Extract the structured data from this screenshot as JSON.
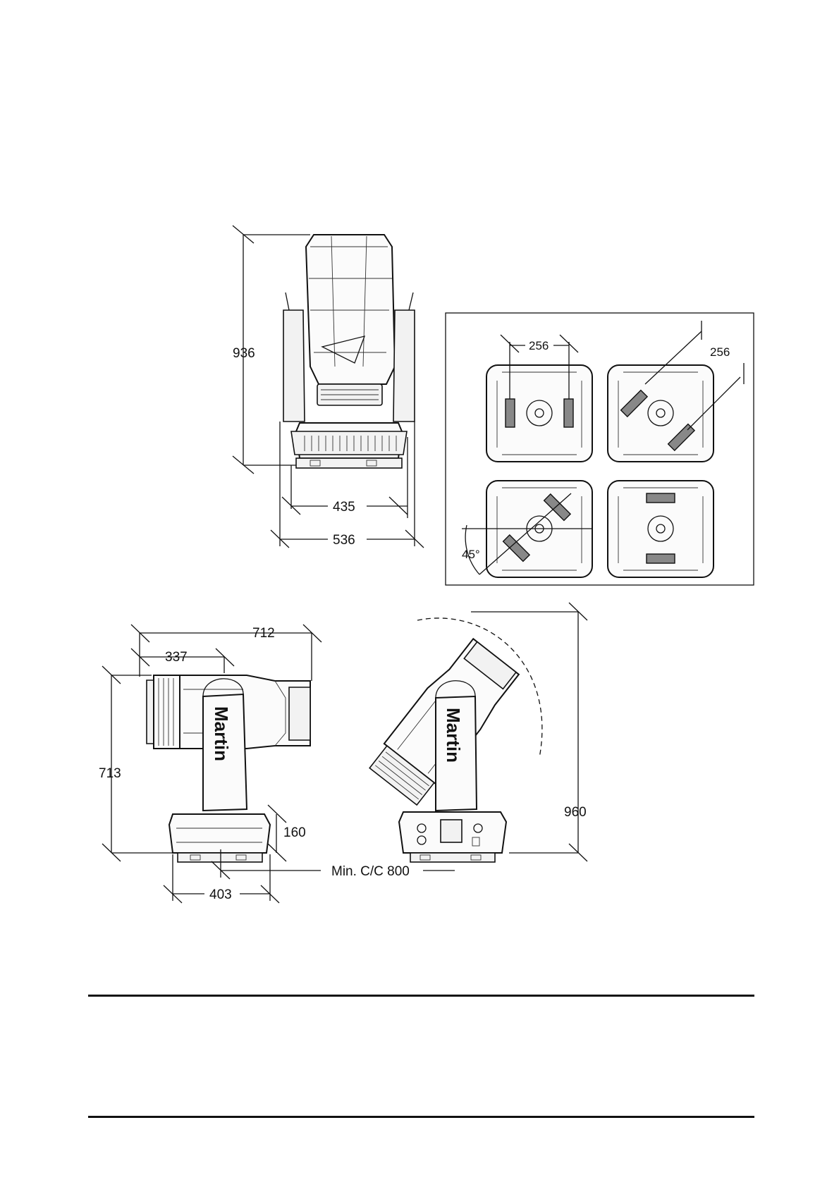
{
  "dimensions": {
    "front_height": "936",
    "base_width": "435",
    "total_width": "536",
    "clamp_spacing_a": "256",
    "clamp_spacing_b": "256",
    "clamp_angle": "45°",
    "side_length": "712",
    "head_to_axis": "337",
    "side_height": "713",
    "base_height": "160",
    "base_depth": "403",
    "min_spacing": "Min. C/C 800",
    "swing_height": "960"
  },
  "branding": {
    "logo_text": "Martin"
  },
  "colors": {
    "line": "#111111",
    "paper": "#ffffff",
    "clamp": "#888888"
  }
}
